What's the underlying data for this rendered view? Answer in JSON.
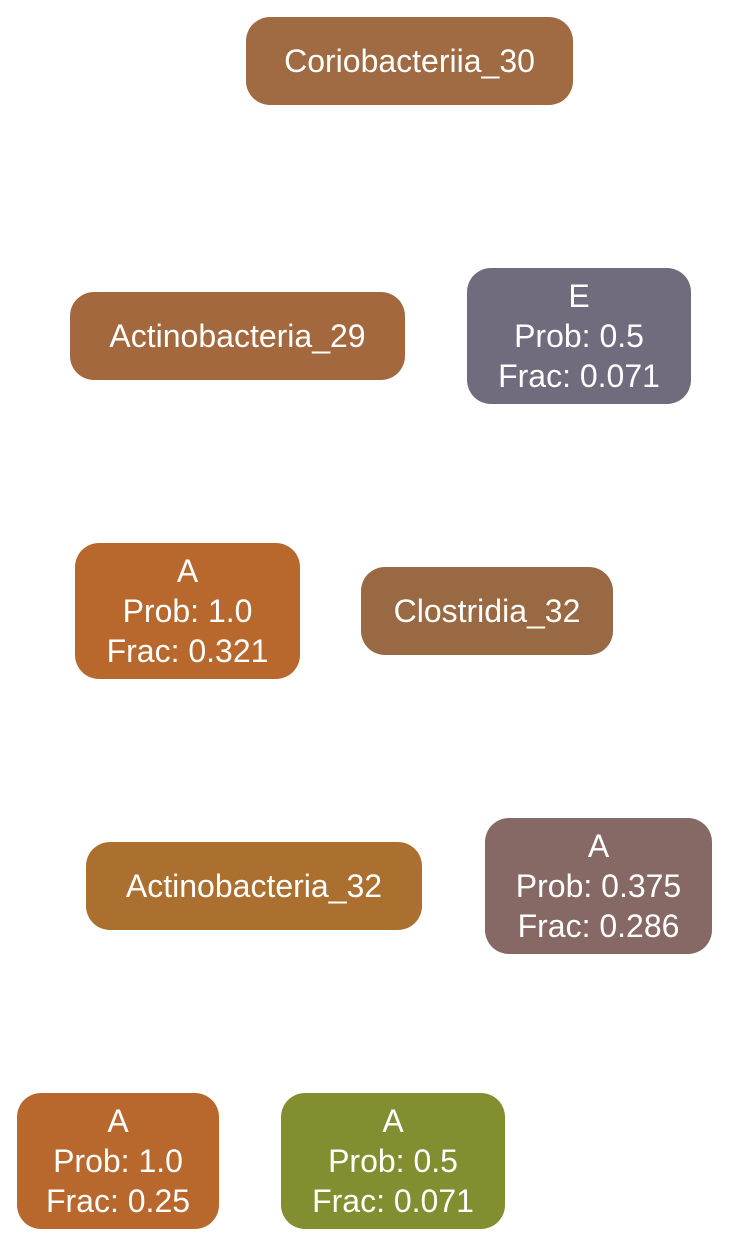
{
  "nodes": {
    "coriobacteriia_30": {
      "label": "Coriobacteriia_30",
      "color": "#A06A42"
    },
    "actinobacteria_29": {
      "label": "Actinobacteria_29",
      "color": "#A3683D"
    },
    "leaf_e": {
      "label": "E",
      "prob": "Prob: 0.5",
      "frac": "Frac: 0.071",
      "color": "#706B7D"
    },
    "leaf_a_1": {
      "label": "A",
      "prob": "Prob: 1.0",
      "frac": "Frac: 0.321",
      "color": "#B9682D"
    },
    "clostridia_32": {
      "label": "Clostridia_32",
      "color": "#996943"
    },
    "actinobacteria_32": {
      "label": "Actinobacteria_32",
      "color": "#AB702F"
    },
    "leaf_a_2": {
      "label": "A",
      "prob": "Prob: 0.375",
      "frac": "Frac: 0.286",
      "color": "#866864"
    },
    "leaf_a_3": {
      "label": "A",
      "prob": "Prob: 1.0",
      "frac": "Frac: 0.25",
      "color": "#B9682D"
    },
    "leaf_a_4": {
      "label": "A",
      "prob": "Prob: 0.5",
      "frac": "Frac: 0.071",
      "color": "#828E30"
    }
  }
}
